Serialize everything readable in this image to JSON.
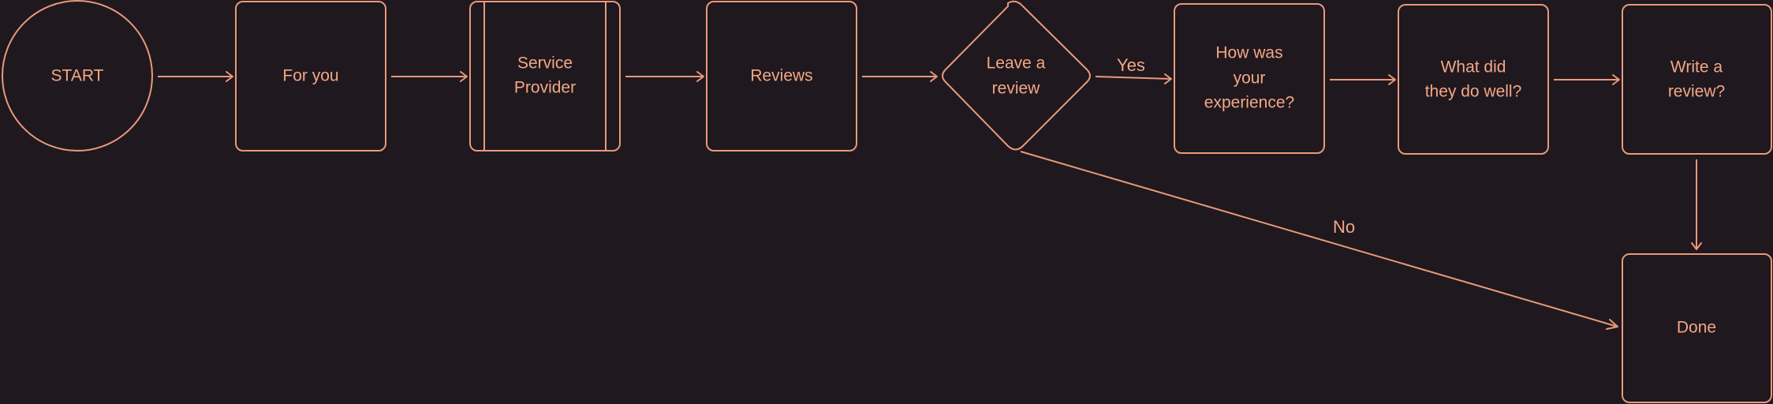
{
  "colors": {
    "background": "#1f181f",
    "stroke": "#e8997a",
    "text": "#f3a784"
  },
  "nodes": {
    "start": "START",
    "for_you": "For you",
    "service_provider": [
      "Service",
      "Provider"
    ],
    "reviews": "Reviews",
    "leave_review": [
      "Leave a",
      "review"
    ],
    "experience": [
      "How was",
      "your",
      "experience?"
    ],
    "do_well": [
      "What did",
      "they do well?"
    ],
    "write_review": [
      "Write a",
      "review?"
    ],
    "done": "Done"
  },
  "edge_labels": {
    "yes": "Yes",
    "no": "No"
  }
}
